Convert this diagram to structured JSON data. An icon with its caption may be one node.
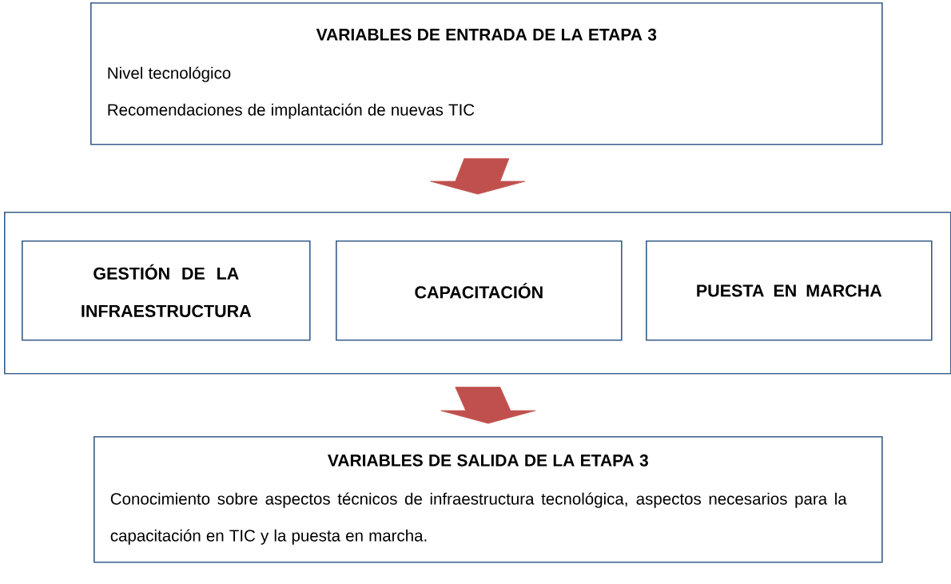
{
  "diagram": {
    "nodes": [
      {
        "text": [
          "VARIABLES DE ENTRADA DE LA ETAPA 3",
          "Nivel tecnológico",
          "Recomendaciones de implantación de nuevas TIC"
        ]
      },
      {
        "text": [],
        "shape": "box"
      },
      {
        "text": [
          "GESTIÓN DE LA INFRAESTRUCTURA"
        ],
        "in": 1
      },
      {
        "text": [
          "CAPACITACIÓN"
        ],
        "in": 1
      },
      {
        "text": [
          "PUESTA EN MARCHA"
        ],
        "in": 1
      },
      {
        "text": [
          "VARIABLES DE SALIDA DE LA ETAPA 3",
          "Conocimiento sobre aspectos técnicos de infraestructura tecnológica, aspectos necesarios para la capacitación en TIC y la puesta en marcha."
        ]
      }
    ],
    "edges": [
      {
        "from": 0,
        "to": 1,
        "arrow": "to"
      },
      {
        "from": 1,
        "to": 5,
        "arrow": "to"
      }
    ]
  }
}
